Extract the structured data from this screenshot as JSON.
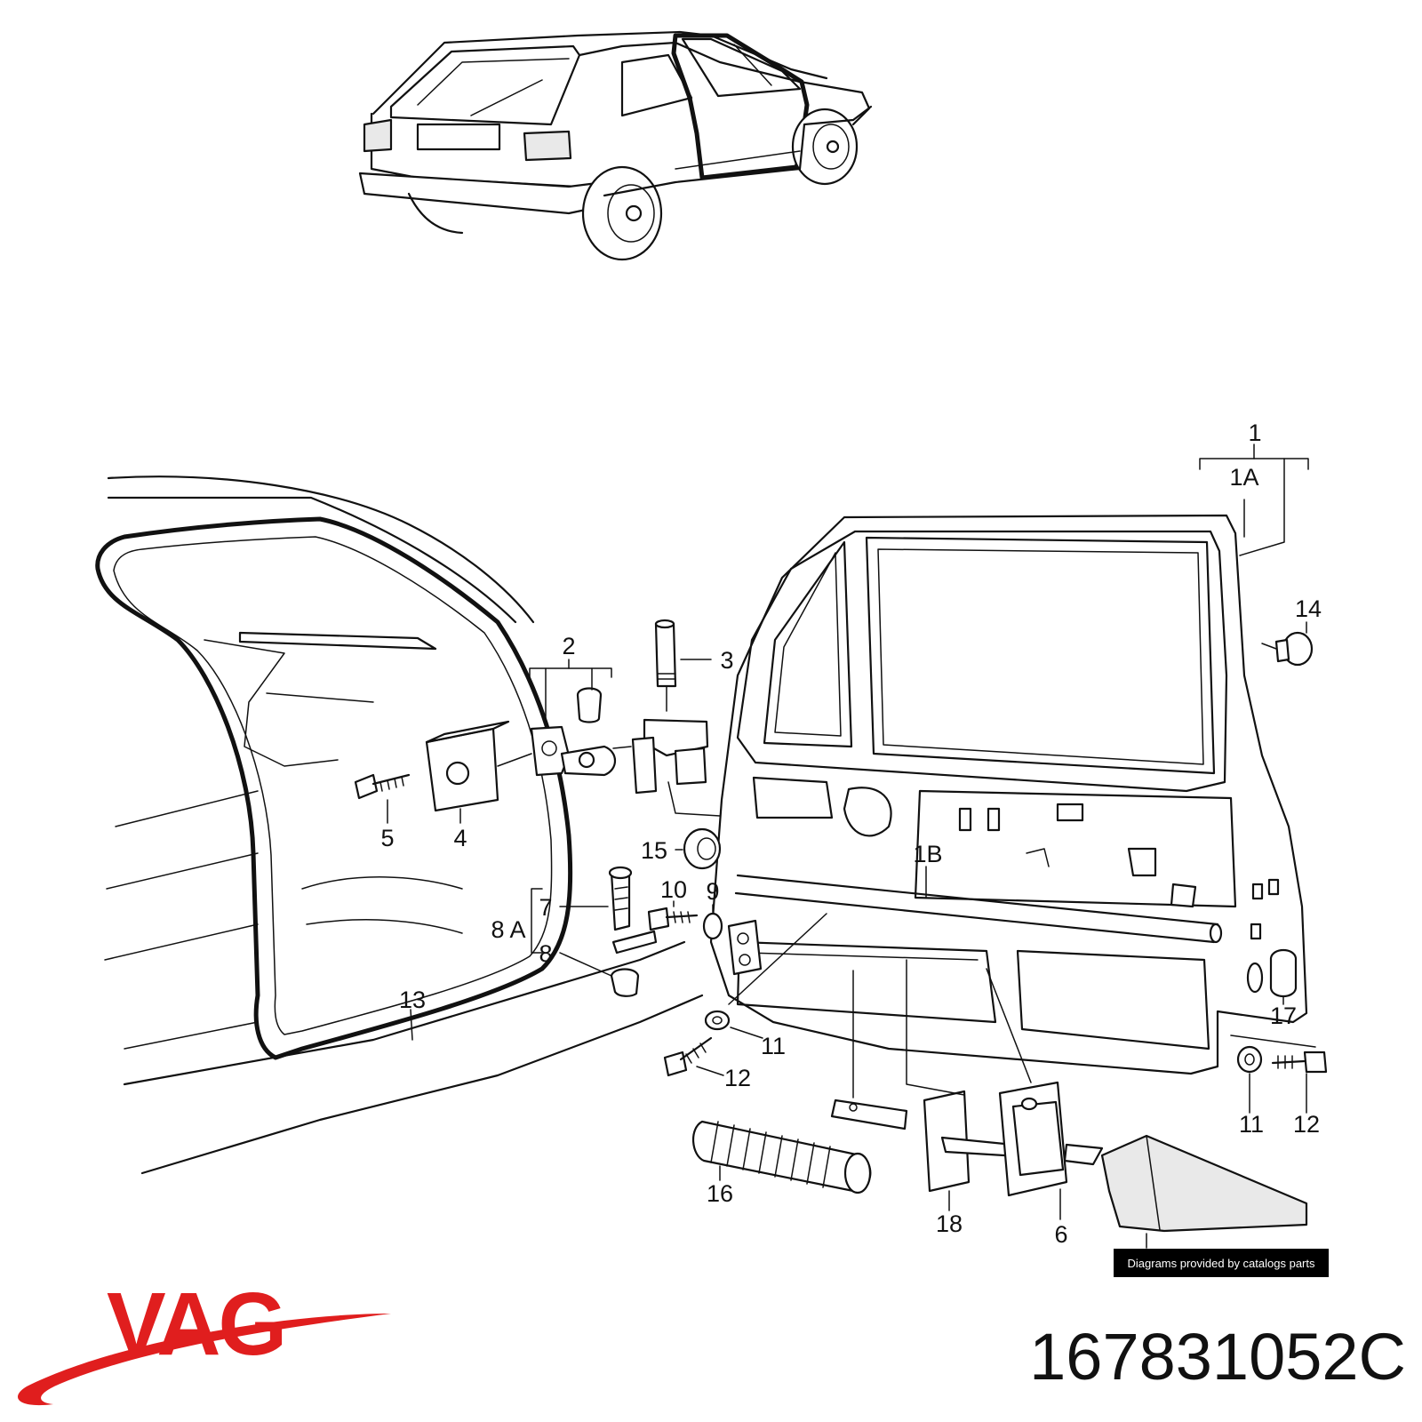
{
  "diagram": {
    "callouts": [
      {
        "id": "c1",
        "text": "1"
      },
      {
        "id": "c1a",
        "text": "1A"
      },
      {
        "id": "c1b",
        "text": "1B"
      },
      {
        "id": "c2",
        "text": "2"
      },
      {
        "id": "c3",
        "text": "3"
      },
      {
        "id": "c4",
        "text": "4"
      },
      {
        "id": "c5",
        "text": "5"
      },
      {
        "id": "c6",
        "text": "6"
      },
      {
        "id": "c7",
        "text": "7"
      },
      {
        "id": "c8",
        "text": "8"
      },
      {
        "id": "c8a",
        "text": "8 A"
      },
      {
        "id": "c9",
        "text": "9"
      },
      {
        "id": "c10",
        "text": "10"
      },
      {
        "id": "c11a",
        "text": "11"
      },
      {
        "id": "c11b",
        "text": "11"
      },
      {
        "id": "c12a",
        "text": "12"
      },
      {
        "id": "c12b",
        "text": "12"
      },
      {
        "id": "c13",
        "text": "13"
      },
      {
        "id": "c14",
        "text": "14"
      },
      {
        "id": "c15",
        "text": "15"
      },
      {
        "id": "c16",
        "text": "16"
      },
      {
        "id": "c17",
        "text": "17"
      },
      {
        "id": "c18",
        "text": "18"
      }
    ],
    "credit": "Diagrams provided by catalogs parts"
  },
  "brand": {
    "logo_text": "VAG",
    "color": "#e01e1e"
  },
  "part_number": "167831052C"
}
